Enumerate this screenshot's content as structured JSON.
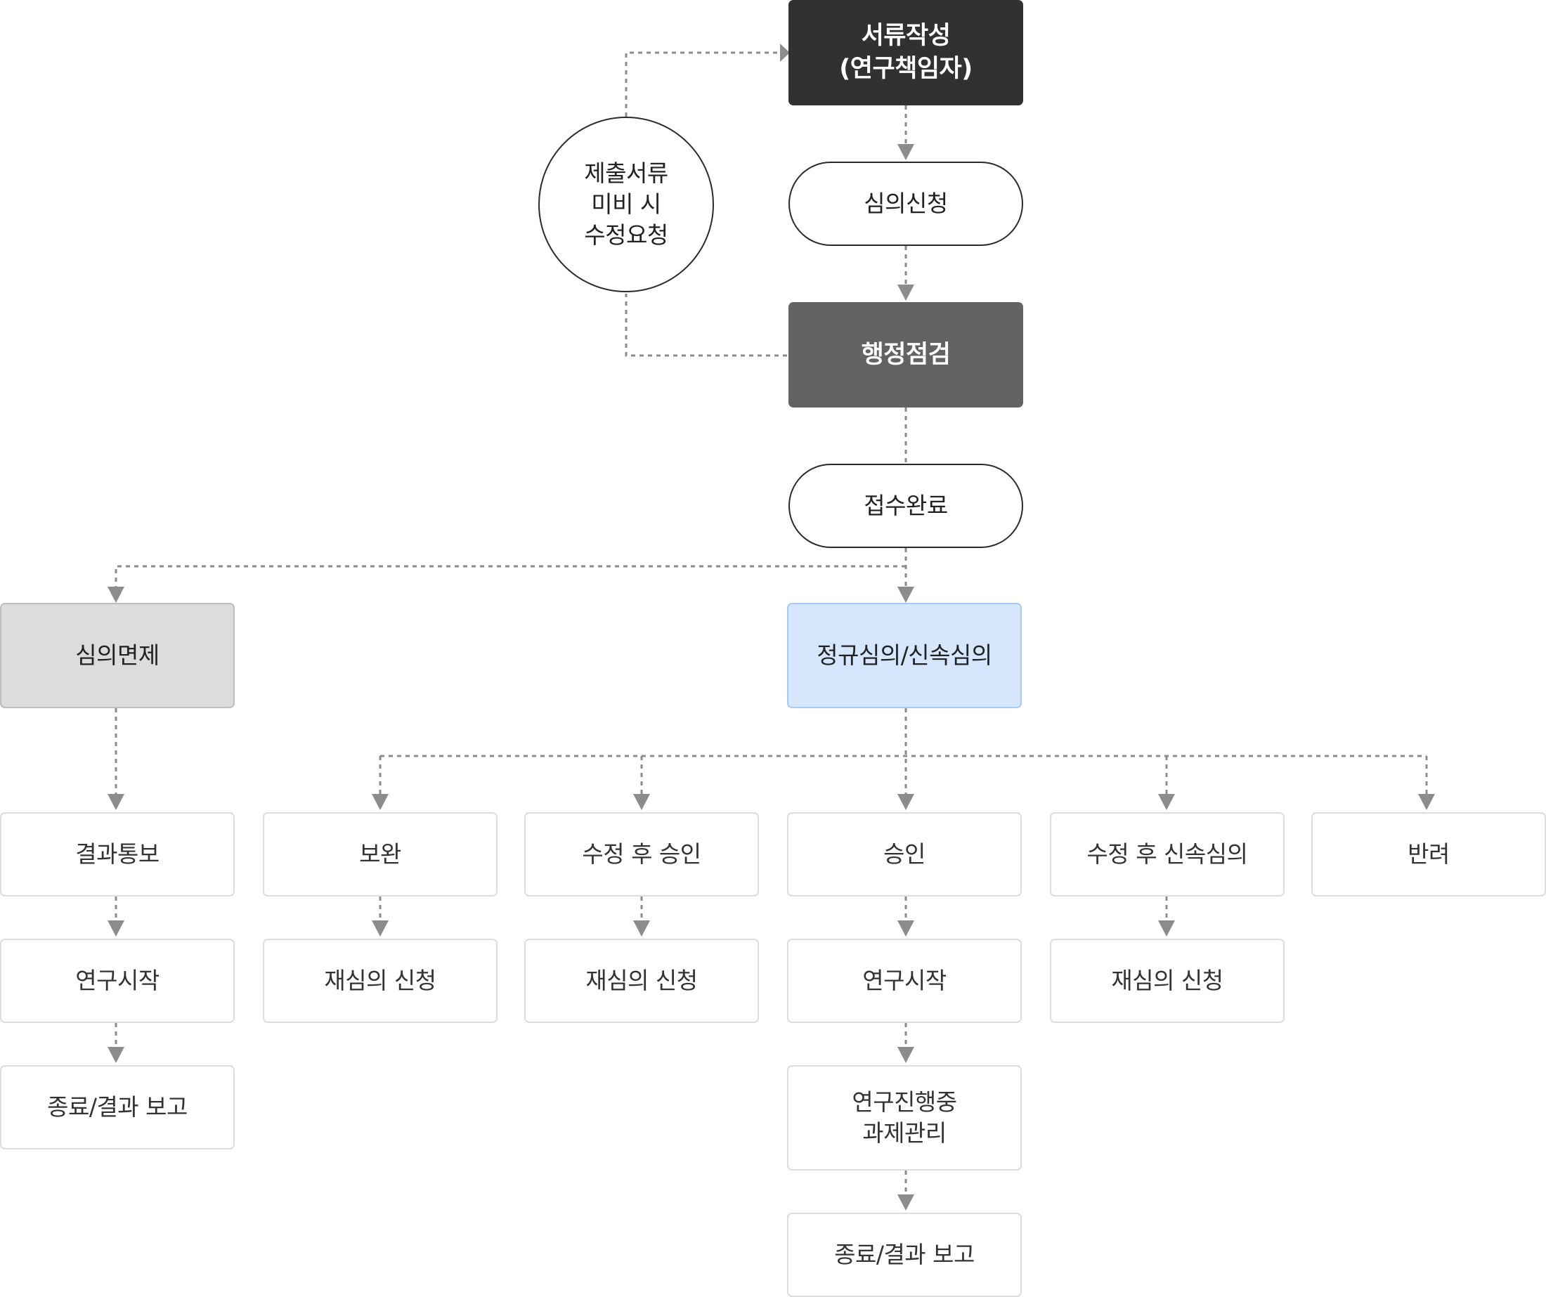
{
  "diagram": {
    "nodes": {
      "write_docs": "서류작성\n(연구책임자)",
      "apply_review": "심의신청",
      "admin_check": "행정점검",
      "receipt_done": "접수완료",
      "revision_request": "제출서류\n미비 시\n수정요청",
      "exempt": "심의면제",
      "regular_review": "정규심의/신속심의",
      "result_notice": "결과통보",
      "research_start_exempt": "연구시작",
      "final_report_exempt": "종료/결과 보고",
      "supplement": "보완",
      "approve_after_revision": "수정 후 승인",
      "approve": "승인",
      "expedited_after_revision": "수정 후 신속심의",
      "reject": "반려",
      "resubmit_1": "재심의 신청",
      "resubmit_2": "재심의 신청",
      "resubmit_3": "재심의 신청",
      "research_start": "연구시작",
      "in_progress": "연구진행중\n과제관리",
      "final_report": "종료/결과 보고"
    },
    "colors": {
      "dark": "#313131",
      "mid": "#636363",
      "exempt_fill": "#dcdcdc",
      "review_fill": "#d6e7fd",
      "review_border": "#a7c9f3",
      "connector": "#8c8c8c"
    }
  }
}
